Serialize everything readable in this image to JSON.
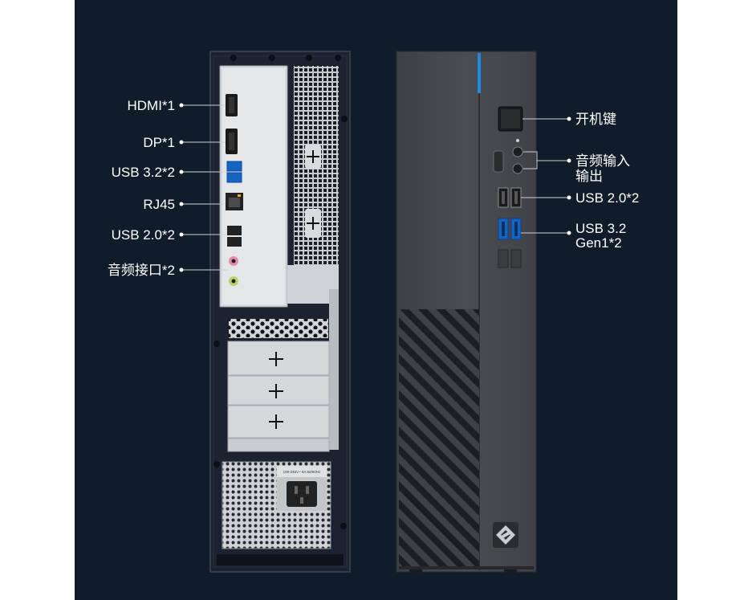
{
  "rear_labels": [
    "HDMI*1",
    "DP*1",
    "USB 3.2*2",
    "RJ45",
    "USB 2.0*2",
    "音频接口*2"
  ],
  "front_labels": {
    "power": "开机键",
    "audio_line1": "音频输入",
    "audio_line2": "输出",
    "usb2": "USB 2.0*2",
    "usb3_line1": "USB 3.2",
    "usb3_line2": "Gen1*2"
  },
  "psu_rating_text": "100-240V~ 5A 50/60Hz",
  "colors": {
    "background": "#111c2b",
    "front_panel": "#45484d",
    "accent_blue": "#1e88e5",
    "usb3_blue": "#1565c0",
    "rear_chassis": "#1d2230"
  }
}
